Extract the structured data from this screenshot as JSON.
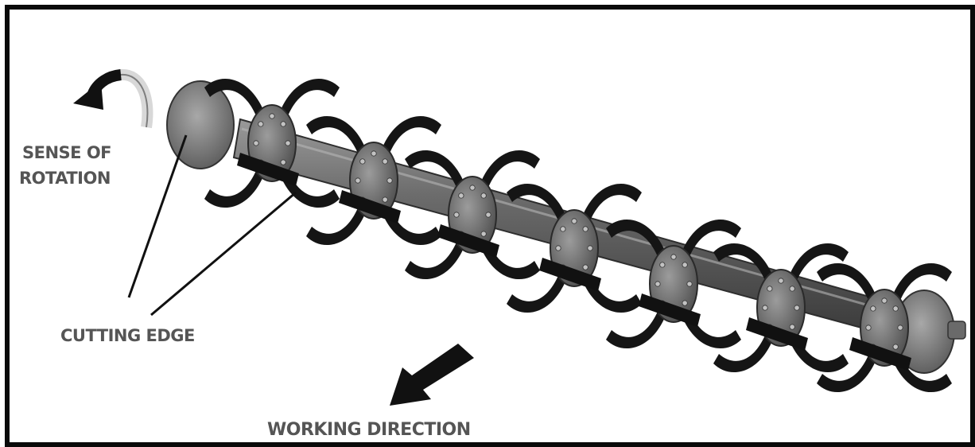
{
  "labels": {
    "rotation_line1": "SENSE OF",
    "rotation_line2": "ROTATION",
    "cutting_edge": "CUTTING EDGE",
    "working_direction": "WORKING DIRECTION"
  },
  "icons": {
    "rotation": "curved-rotation-arrow-icon",
    "direction": "working-direction-arrow-icon"
  },
  "colors": {
    "border": "#0a0a0a",
    "blade": "#151515",
    "flange": "#7a7a7a",
    "shaft": "#6e6e6e",
    "label_text": "#555555"
  }
}
